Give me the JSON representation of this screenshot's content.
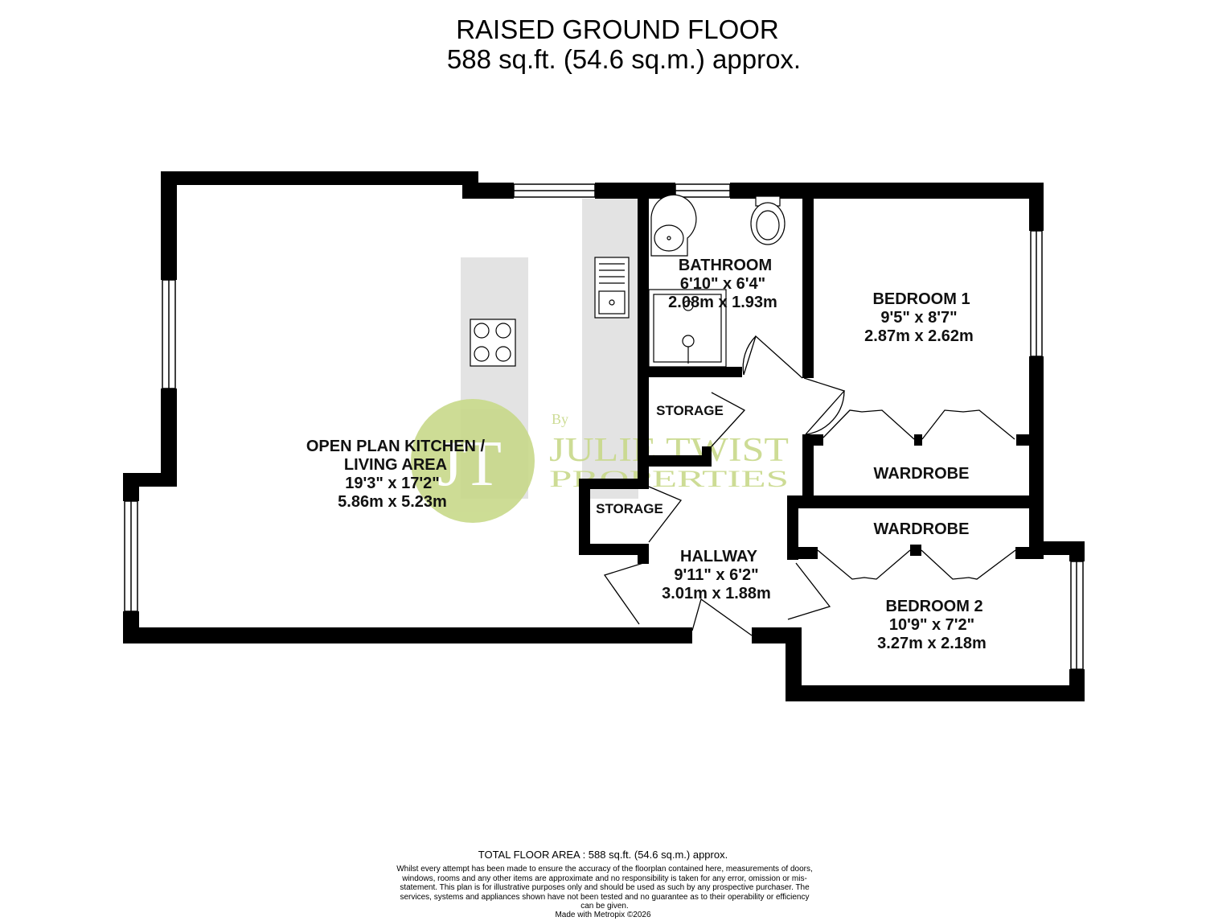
{
  "header": {
    "floor_name": "RAISED GROUND FLOOR",
    "floor_area": "588 sq.ft. (54.6 sq.m.) approx."
  },
  "rooms": {
    "kitchen": {
      "name_line1": "OPEN PLAN KITCHEN /",
      "name_line2": "LIVING AREA",
      "imperial": "19'3\"  x 17'2\"",
      "metric": "5.86m  x 5.23m"
    },
    "bathroom": {
      "name": "BATHROOM",
      "imperial": "6'10\"  x 6'4\"",
      "metric": "2.08m  x 1.93m"
    },
    "bedroom1": {
      "name": "BEDROOM 1",
      "imperial": "9'5\"  x 8'7\"",
      "metric": "2.87m  x 2.62m"
    },
    "bedroom2": {
      "name": "BEDROOM 2",
      "imperial": "10'9\"  x 7'2\"",
      "metric": "3.27m  x 2.18m"
    },
    "hallway": {
      "name": "HALLWAY",
      "imperial": "9'11\"  x 6'2\"",
      "metric": "3.01m  x 1.88m"
    },
    "storage_upper": {
      "name": "STORAGE"
    },
    "storage_lower": {
      "name": "STORAGE"
    },
    "wardrobe_upper": {
      "name": "WARDROBE"
    },
    "wardrobe_lower": {
      "name": "WARDROBE"
    }
  },
  "watermark": {
    "monogram": "JT",
    "by": "By",
    "brand_line1": "JULIE TWIST",
    "brand_line2": "PROPERTIES",
    "color": "#c8d98a"
  },
  "footer": {
    "total_area": "TOTAL FLOOR AREA : 588 sq.ft. (54.6 sq.m.) approx.",
    "disclaimer": "Whilst every attempt has been made to ensure the accuracy of the floorplan contained here, measurements of doors, windows, rooms and any other items are approximate and no responsibility is taken for any error, omission or mis-statement. This plan is for illustrative purposes only and should be used as such by any prospective purchaser. The services, systems and appliances shown have not been tested and no guarantee as to their operability or efficiency can be given.",
    "credit": "Made with Metropix ©2026"
  },
  "colors": {
    "wall": "#000000",
    "counter": "#e3e3e3",
    "background": "#ffffff"
  }
}
